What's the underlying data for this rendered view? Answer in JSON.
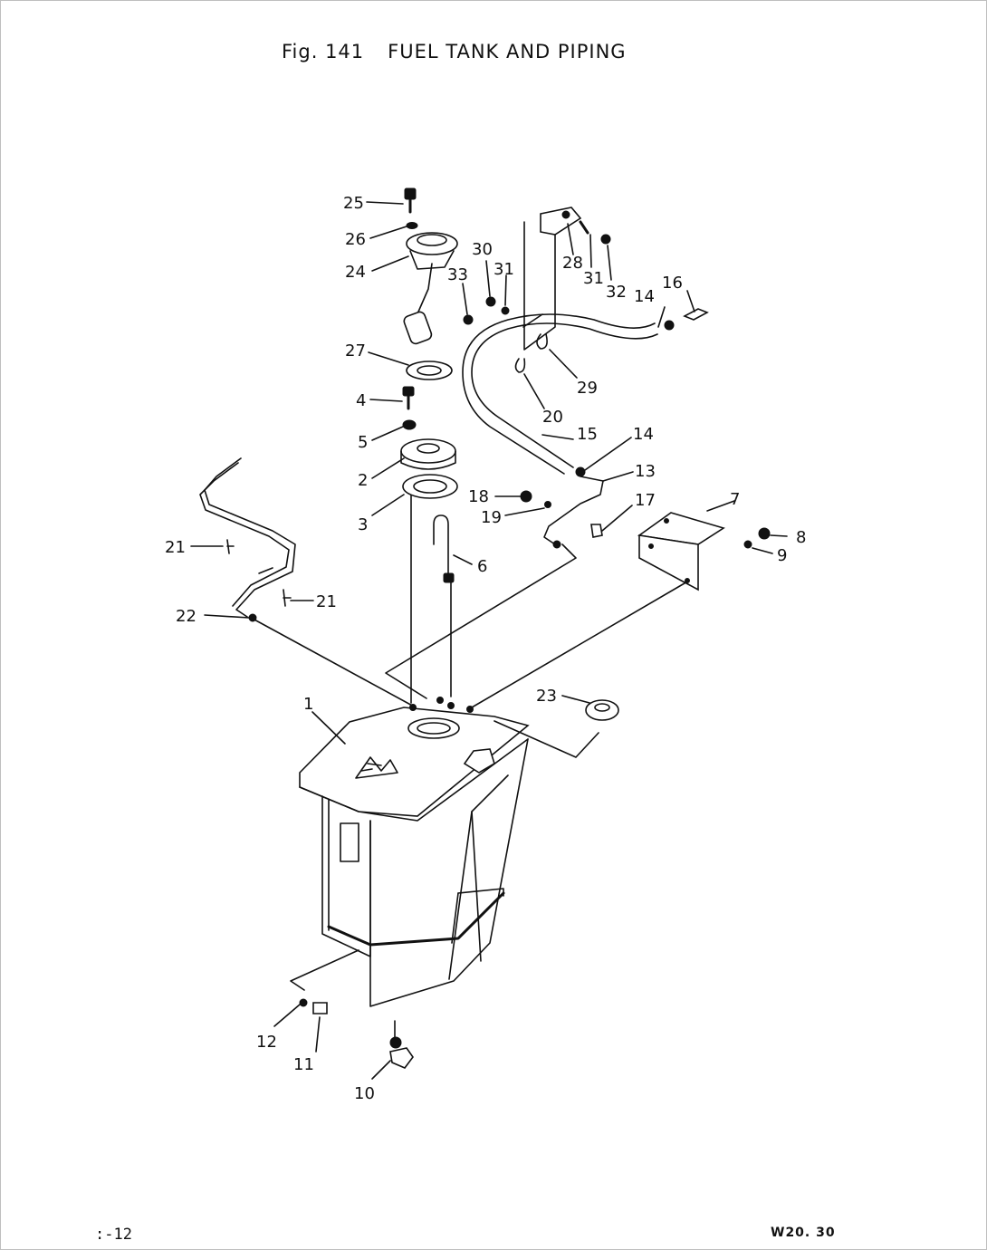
{
  "figure": {
    "number": "Fig. 141",
    "title": "FUEL TANK AND PIPING"
  },
  "footer": {
    "page": ":-12",
    "code": "W20. 30"
  },
  "callouts": [
    "1",
    "2",
    "3",
    "4",
    "5",
    "6",
    "7",
    "8",
    "9",
    "10",
    "11",
    "12",
    "13",
    "14",
    "14",
    "15",
    "16",
    "17",
    "18",
    "19",
    "20",
    "21",
    "21",
    "22",
    "23",
    "24",
    "25",
    "26",
    "27",
    "28",
    "29",
    "30",
    "31",
    "31",
    "32",
    "33"
  ]
}
